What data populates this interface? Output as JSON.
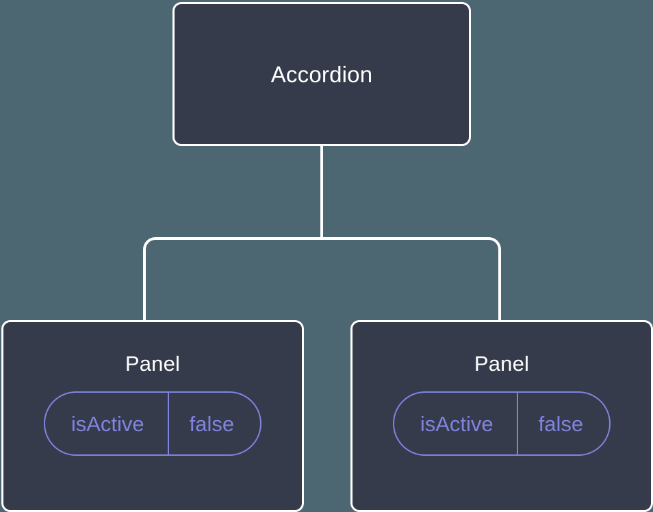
{
  "diagram": {
    "title": "component-tree",
    "background_color": "#4c6672",
    "node_fill_color": "#353b4a",
    "node_border_color": "#ffffff",
    "edge_color": "#ffffff",
    "prop_accent_color": "#8084e0",
    "root": {
      "label": "Accordion"
    },
    "children": [
      {
        "label": "Panel",
        "props": [
          {
            "key": "isActive",
            "value": "false"
          }
        ]
      },
      {
        "label": "Panel",
        "props": [
          {
            "key": "isActive",
            "value": "false"
          }
        ]
      }
    ]
  }
}
